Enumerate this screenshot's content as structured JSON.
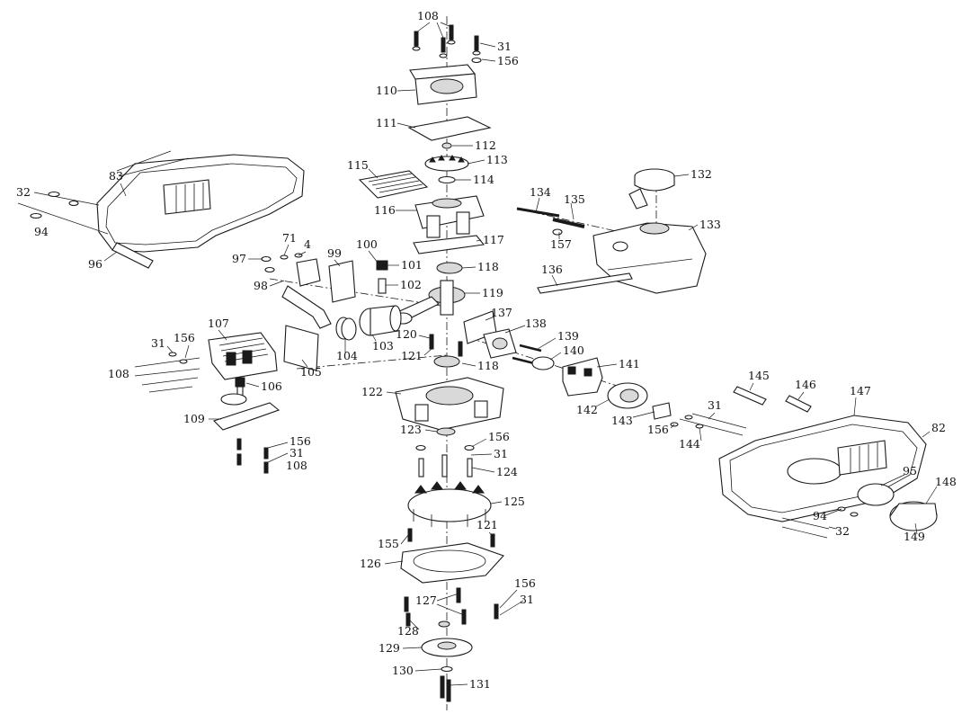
{
  "labels": {
    "p108a": "108",
    "p31a": "31",
    "p156a": "156",
    "p110": "110",
    "p111": "111",
    "p112": "112",
    "p113": "113",
    "p114": "114",
    "p115": "115",
    "p116": "116",
    "p117": "117",
    "p118a": "118",
    "p119": "119",
    "p100": "100",
    "p101": "101",
    "p102": "102",
    "p103": "103",
    "p104": "104",
    "p105": "105",
    "p99": "99",
    "p71": "71",
    "p4": "4",
    "p97": "97",
    "p98": "98",
    "p83": "83",
    "p32a": "32",
    "p94a": "94",
    "p96": "96",
    "p107": "107",
    "p31b": "31",
    "p156b": "156",
    "p108b": "108",
    "p106": "106",
    "p109": "109",
    "p156c": "156",
    "p31c": "31",
    "p108c": "108",
    "p120": "120",
    "p121a": "121",
    "p118b": "118",
    "p122": "122",
    "p123": "123",
    "p156d": "156",
    "p31d": "31",
    "p124": "124",
    "p125": "125",
    "p121b": "121",
    "p155": "155",
    "p126": "126",
    "p127": "127",
    "p128": "128",
    "p156e": "156",
    "p31e": "31",
    "p129": "129",
    "p130": "130",
    "p131": "131",
    "p134": "134",
    "p135": "135",
    "p157": "157",
    "p132": "132",
    "p133": "133",
    "p136": "136",
    "p137": "137",
    "p138": "138",
    "p139": "139",
    "p140": "140",
    "p141": "141",
    "p142": "142",
    "p143": "143",
    "p145": "145",
    "p146": "146",
    "p147": "147",
    "p31f": "31",
    "p156f": "156",
    "p144": "144",
    "p82": "82",
    "p95": "95",
    "p148": "148",
    "p94b": "94",
    "p32b": "32",
    "p149": "149"
  },
  "colors": {
    "ink": "#1a1a1a",
    "background": "#ffffff",
    "shade": "#d9d9d9"
  }
}
